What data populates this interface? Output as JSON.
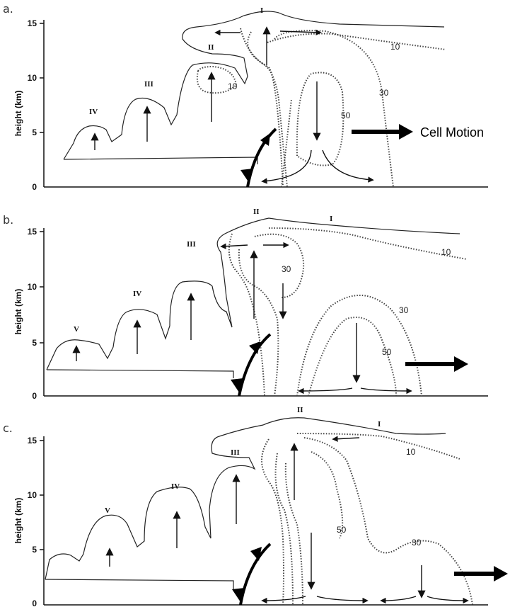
{
  "figure": {
    "panels": [
      {
        "label": "a.",
        "ylabel": "height (km)",
        "yticks": [
          "15",
          "10",
          "5",
          "0"
        ],
        "cells": [
          "I",
          "II",
          "III",
          "IV"
        ],
        "contours": [
          "10",
          "10",
          "30",
          "50"
        ],
        "motion_label": "Cell Motion"
      },
      {
        "label": "b.",
        "ylabel": "height (km)",
        "yticks": [
          "15",
          "10",
          "5",
          "0"
        ],
        "cells": [
          "I",
          "II",
          "III",
          "IV",
          "V"
        ],
        "contours": [
          "10",
          "30",
          "30",
          "50"
        ]
      },
      {
        "label": "c.",
        "ylabel": "height (km)",
        "yticks": [
          "15",
          "10",
          "5",
          "0"
        ],
        "cells": [
          "I",
          "II",
          "III",
          "IV",
          "V"
        ],
        "contours": [
          "10",
          "50",
          "30"
        ]
      }
    ]
  }
}
